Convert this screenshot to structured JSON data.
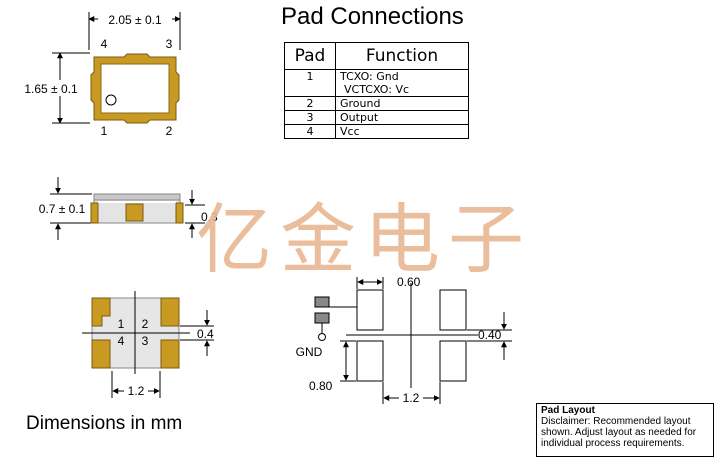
{
  "title": "Pad Connections",
  "table": {
    "headers": [
      "Pad",
      "Function"
    ],
    "rows": [
      {
        "pad": "1",
        "lines": [
          "TCXO: Gnd",
          "VCTCXO: Vc"
        ]
      },
      {
        "pad": "2",
        "lines": [
          "Ground"
        ]
      },
      {
        "pad": "3",
        "lines": [
          "Output"
        ]
      },
      {
        "pad": "4",
        "lines": [
          "Vcc"
        ]
      }
    ]
  },
  "top_view": {
    "width_dim": "2.05 ± 0.1",
    "height_dim": "1.65 ± 0.1",
    "pins": {
      "p1": "1",
      "p2": "2",
      "p3": "3",
      "p4": "4"
    }
  },
  "side_view": {
    "height_dim": "0.7 ± 0.1",
    "pad_dim": "0.3"
  },
  "bottom_view": {
    "pins": {
      "p1": "1",
      "p2": "2",
      "p3": "3",
      "p4": "4"
    },
    "pad_dim": "0.4",
    "spacing_dim": "1.2"
  },
  "pad_layout": {
    "dim_top": "0.60",
    "dim_right": "0.40",
    "dim_left": "0.80",
    "dim_bottom": "1.2",
    "gnd_label": "GND"
  },
  "watermark": "亿金电子",
  "dimensions_note": "Dimensions in mm",
  "disclaimer": {
    "heading": "Pad Layout",
    "text": "Disclaimer: Recommended layout shown. Adjust layout as needed for individual process requirements."
  },
  "colors": {
    "pad_gold": "#c89a22",
    "pad_gold_dark": "#7a5a10",
    "body_gray": "#c8c8c8",
    "watermark": "#e8b893"
  }
}
